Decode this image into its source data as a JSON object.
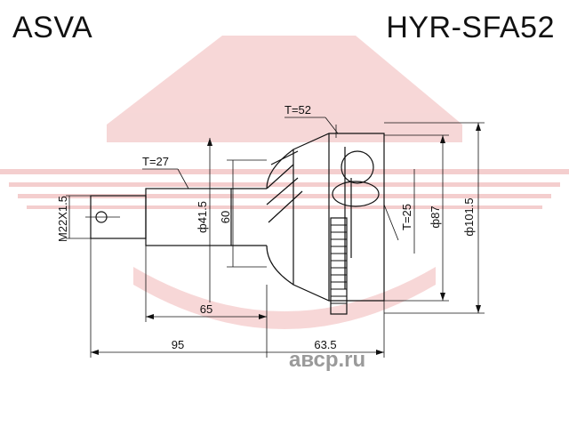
{
  "header": {
    "brand": "ASVA",
    "part_number": "HYR-SFA52"
  },
  "dimensions": {
    "t52": "T=52",
    "t27": "T=27",
    "d415": "ф41.5",
    "d60": "60",
    "t25": "T=25",
    "d87": "ф87",
    "d1015": "ф101.5",
    "m22": "M22X1.5",
    "l65": "65",
    "l95": "95",
    "l635": "63.5"
  },
  "watermark": {
    "site": "авср.ru"
  },
  "colors": {
    "watermark_red": "#e8a9a9",
    "line": "#111111"
  }
}
